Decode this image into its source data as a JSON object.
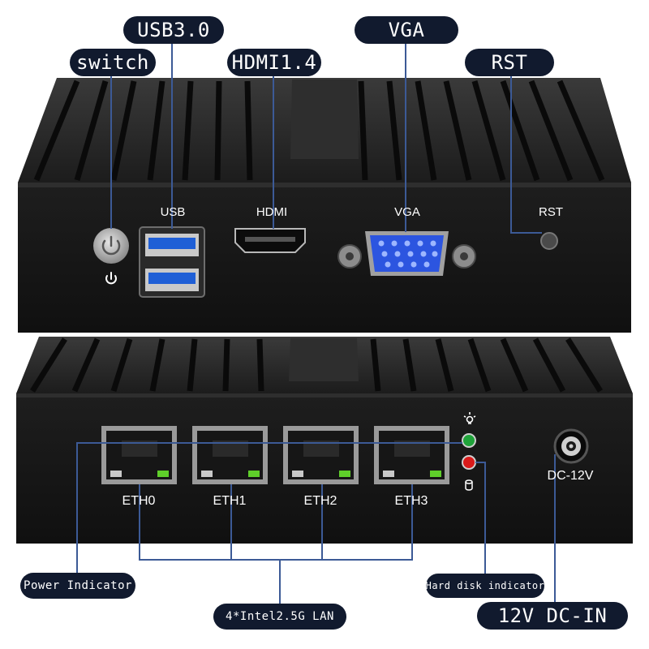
{
  "callouts": {
    "usb3": "USB3.0",
    "vga": "VGA",
    "switch": "switch",
    "hdmi": "HDMI1.4",
    "rst": "RST",
    "power_indicator": "Power Indicator",
    "hard_disk_indicator": "Hard disk indicator",
    "lan": "4*Intel2.5G LAN",
    "dc_in": "12V DC-IN"
  },
  "port_labels": {
    "usb": "USB",
    "hdmi": "HDMI",
    "vga": "VGA",
    "rst": "RST",
    "eth0": "ETH0",
    "eth1": "ETH1",
    "eth2": "ETH2",
    "eth3": "ETH3",
    "dc": "DC-12V"
  },
  "colors": {
    "pill": "#111a2e",
    "chassis": "#1a1a1a",
    "usb_blue": "#1f5fd6",
    "vga_blue": "#2c55e0",
    "led_green": "#1fa33a",
    "led_red": "#d91a1a",
    "callout_line": "#3c5a96"
  },
  "icons": [
    "power-icon",
    "led-bulb-icon",
    "hard-disk-icon"
  ]
}
